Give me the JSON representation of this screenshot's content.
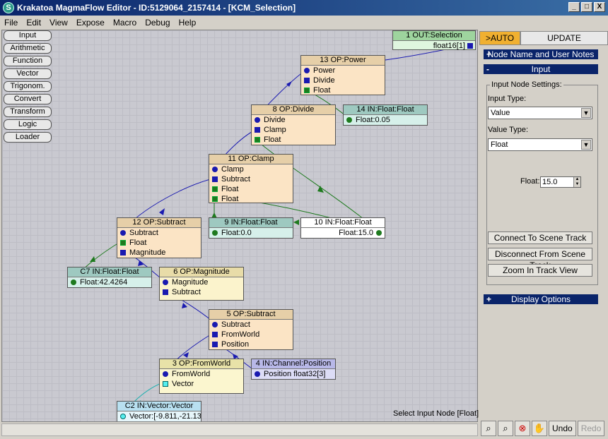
{
  "window": {
    "title": "Krakatoa MagmaFlow Editor - ID:5129064_2157414 - [KCM_Selection]",
    "app_icon": "S",
    "minimize": "_",
    "maximize": "□",
    "close": "X"
  },
  "menu": [
    "File",
    "Edit",
    "View",
    "Expose",
    "Macro",
    "Debug",
    "Help"
  ],
  "categories": [
    "Input",
    "Arithmetic",
    "Function",
    "Vector",
    "Trigonom.",
    "Convert",
    "Transform",
    "Logic",
    "Loader"
  ],
  "nodes": {
    "n1": {
      "title": "1 OUT:Selection",
      "rows": [
        "float16[1]"
      ]
    },
    "n13": {
      "title": "13 OP:Power",
      "rows": [
        "Power",
        "Divide",
        "Float"
      ]
    },
    "n14": {
      "title": "14 IN:Float:Float",
      "rows": [
        "Float:0.05"
      ]
    },
    "n8": {
      "title": "8 OP:Divide",
      "rows": [
        "Divide",
        "Clamp",
        "Float"
      ]
    },
    "n11": {
      "title": "11 OP:Clamp",
      "rows": [
        "Clamp",
        "Subtract",
        "Float",
        "Float"
      ]
    },
    "n9": {
      "title": "9 IN:Float:Float",
      "rows": [
        "Float:0.0"
      ]
    },
    "n10": {
      "title": "10 IN:Float:Float",
      "rows": [
        "Float:15.0"
      ]
    },
    "n12": {
      "title": "12 OP:Subtract",
      "rows": [
        "Subtract",
        "Float",
        "Magnitude"
      ]
    },
    "n7": {
      "title": "C7 IN:Float:Float",
      "rows": [
        "Float:42.4264"
      ]
    },
    "n6": {
      "title": "6 OP:Magnitude",
      "rows": [
        "Magnitude",
        "Subtract"
      ]
    },
    "n5": {
      "title": "5 OP:Subtract",
      "rows": [
        "Subtract",
        "FromWorld",
        "Position"
      ]
    },
    "n3": {
      "title": "3 OP:FromWorld",
      "rows": [
        "FromWorld",
        "Vector"
      ]
    },
    "n4": {
      "title": "4 IN:Channel:Position",
      "rows": [
        "Position float32[3]"
      ]
    },
    "n2": {
      "title": "C2 IN:Vector:Vector",
      "rows": [
        "Vector:[-9.811,-21.13"
      ]
    }
  },
  "status_text": "Select Input Node [Float]",
  "panel": {
    "auto_label": ">AUTO",
    "update_label": "UPDATE",
    "rollout_node_name": "Node Name and User Notes",
    "rollout_node_name_sign": "+",
    "rollout_input": "Input",
    "rollout_input_sign": "-",
    "group_title": "Input Node Settings:",
    "input_type_label": "Input Type:",
    "input_type_value": "Value",
    "value_type_label": "Value Type:",
    "value_type_value": "Float",
    "float_label": "Float:",
    "float_value": "15.0",
    "btn_connect": "Connect To Scene Track",
    "btn_disconnect": "Disconnect From Scene Track",
    "btn_zoom_track": "Zoom In Track View",
    "rollout_display": "Display Options",
    "rollout_display_sign": "+"
  },
  "bottom_toolbar": {
    "undo": "Undo",
    "redo": "Redo"
  }
}
